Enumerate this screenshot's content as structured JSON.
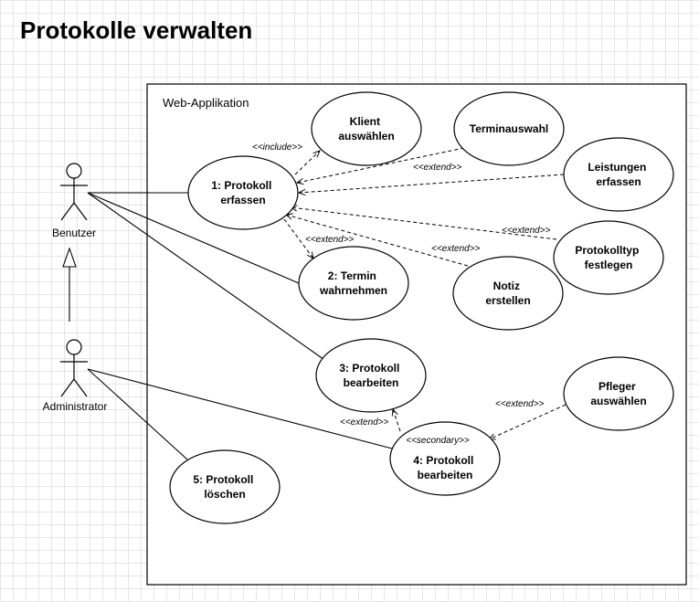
{
  "title": "Protokolle verwalten",
  "system": {
    "label": "Web-Applikation"
  },
  "actors": [
    {
      "id": "benutzer",
      "label": "Benutzer"
    },
    {
      "id": "administrator",
      "label": "Administrator"
    }
  ],
  "use_cases": [
    {
      "id": "klient",
      "lines": [
        "Klient",
        "auswählen"
      ]
    },
    {
      "id": "terminauswahl",
      "lines": [
        "Terminauswahl"
      ]
    },
    {
      "id": "erfassen",
      "lines": [
        "1: Protokoll",
        "erfassen"
      ]
    },
    {
      "id": "leistungen",
      "lines": [
        "Leistungen",
        "erfassen"
      ]
    },
    {
      "id": "protokolltyp",
      "lines": [
        "Protokolltyp",
        "festlegen"
      ]
    },
    {
      "id": "termin",
      "lines": [
        "2: Termin",
        "wahrnehmen"
      ]
    },
    {
      "id": "notiz",
      "lines": [
        "Notiz",
        "erstellen"
      ]
    },
    {
      "id": "bearbeiten3",
      "lines": [
        "3: Protokoll",
        "bearbeiten"
      ]
    },
    {
      "id": "pfleger",
      "lines": [
        "Pfleger",
        "auswählen"
      ]
    },
    {
      "id": "bearbeiten4",
      "lines": [
        "4: Protokoll",
        "bearbeiten"
      ]
    },
    {
      "id": "loeschen",
      "lines": [
        "5: Protokoll",
        "löschen"
      ]
    }
  ],
  "relations": [
    {
      "from": "benutzer",
      "to": "erfassen",
      "kind": "association"
    },
    {
      "from": "benutzer",
      "to": "termin",
      "kind": "association"
    },
    {
      "from": "benutzer",
      "to": "bearbeiten3",
      "kind": "association"
    },
    {
      "from": "administrator",
      "to": "benutzer",
      "kind": "generalization"
    },
    {
      "from": "administrator",
      "to": "bearbeiten4",
      "kind": "association"
    },
    {
      "from": "administrator",
      "to": "loeschen",
      "kind": "association"
    },
    {
      "from": "erfassen",
      "to": "klient",
      "kind": "include",
      "label": "<<include>>"
    },
    {
      "from": "terminauswahl",
      "to": "erfassen",
      "kind": "extend",
      "label": "<<extend>>"
    },
    {
      "from": "leistungen",
      "to": "erfassen",
      "kind": "extend",
      "label": ""
    },
    {
      "from": "protokolltyp",
      "to": "erfassen",
      "kind": "extend",
      "label": "<<extend>>"
    },
    {
      "from": "notiz",
      "to": "erfassen",
      "kind": "extend",
      "label": "<<extend>>"
    },
    {
      "from": "erfassen",
      "to": "termin",
      "kind": "extend",
      "label": "<<extend>>"
    },
    {
      "from": "bearbeiten4",
      "to": "bearbeiten3",
      "kind": "extend",
      "label": "<<extend>>"
    },
    {
      "from": "pfleger",
      "to": "bearbeiten4",
      "kind": "extend",
      "label": "<<extend>>"
    }
  ],
  "stereotype_secondary": "<<secondary>>"
}
